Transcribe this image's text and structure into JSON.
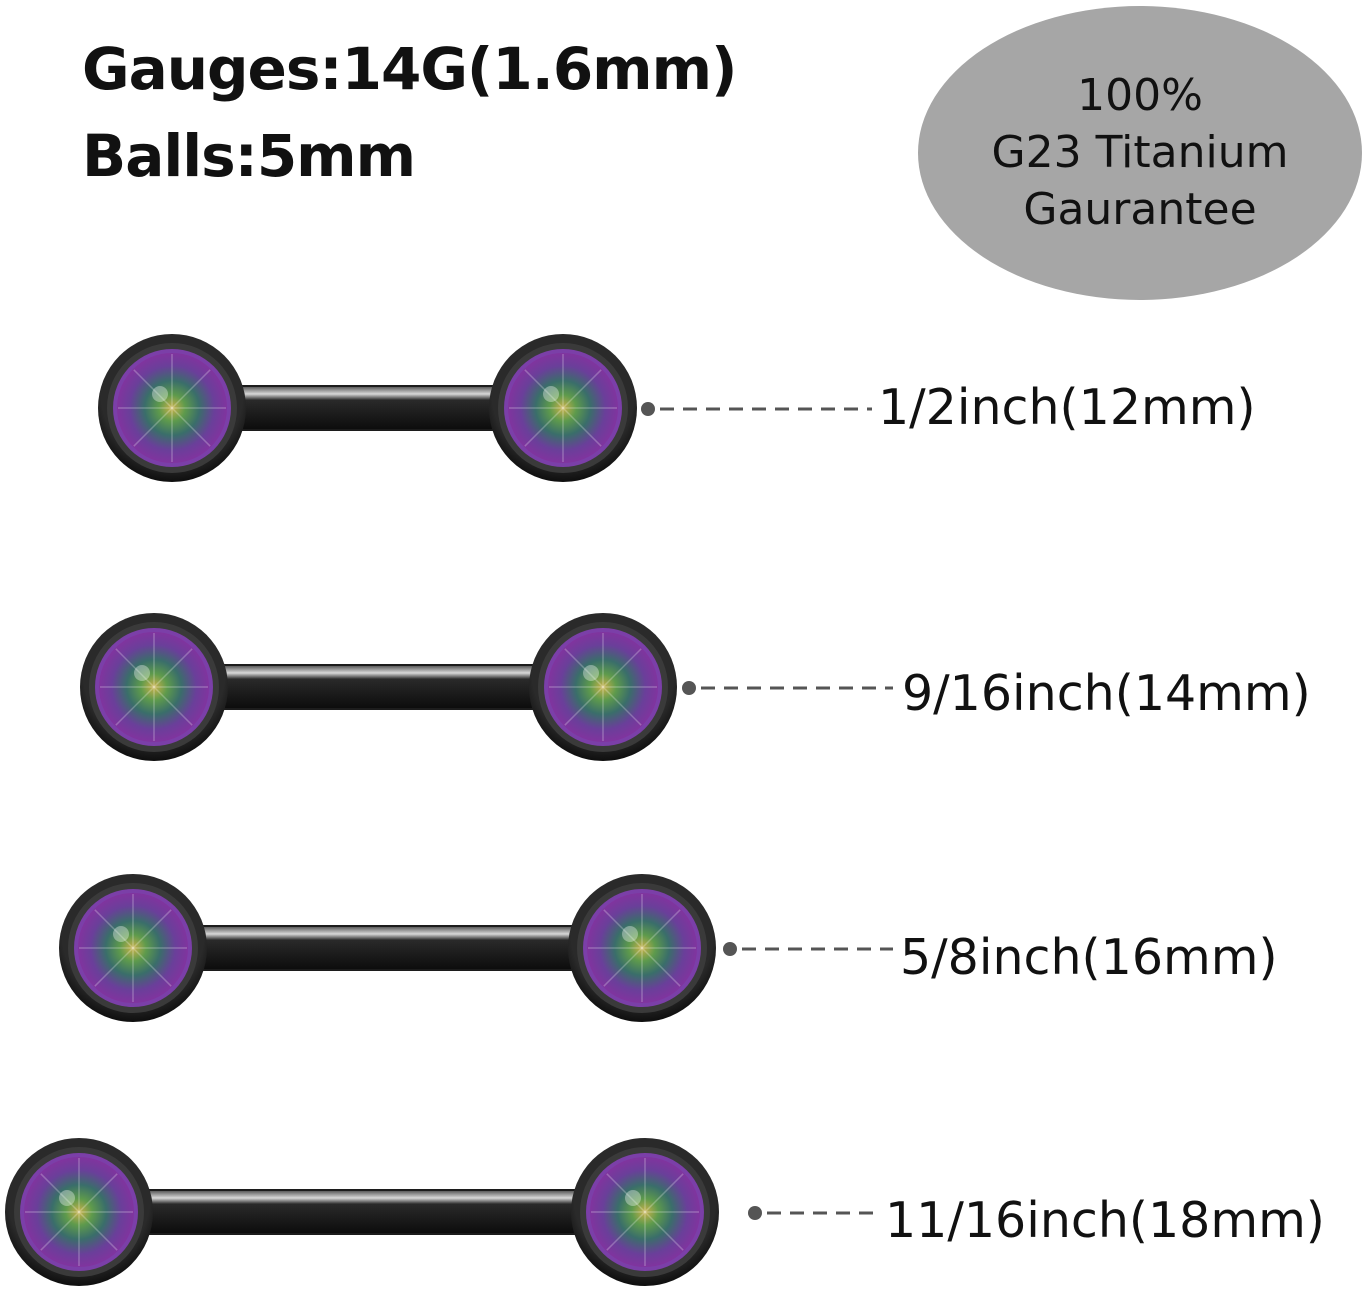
{
  "specs": {
    "gauges": "Gauges:14G(1.6mm)",
    "balls": "Balls:5mm"
  },
  "badge": {
    "line1": "100%",
    "line2": "G23 Titanium",
    "line3": "Gaurantee",
    "color": "#a6a6a6"
  },
  "sizes": [
    {
      "label": "1/2inch(12mm)"
    },
    {
      "label": "9/16inch(14mm)"
    },
    {
      "label": "5/8inch(16mm)"
    },
    {
      "label": "11/16inch(18mm)"
    }
  ],
  "colors": {
    "bar": "#1c1c1c",
    "gem_purple": "#7b3fa8",
    "gem_green": "#4c8a4a",
    "dash": "#555555"
  }
}
